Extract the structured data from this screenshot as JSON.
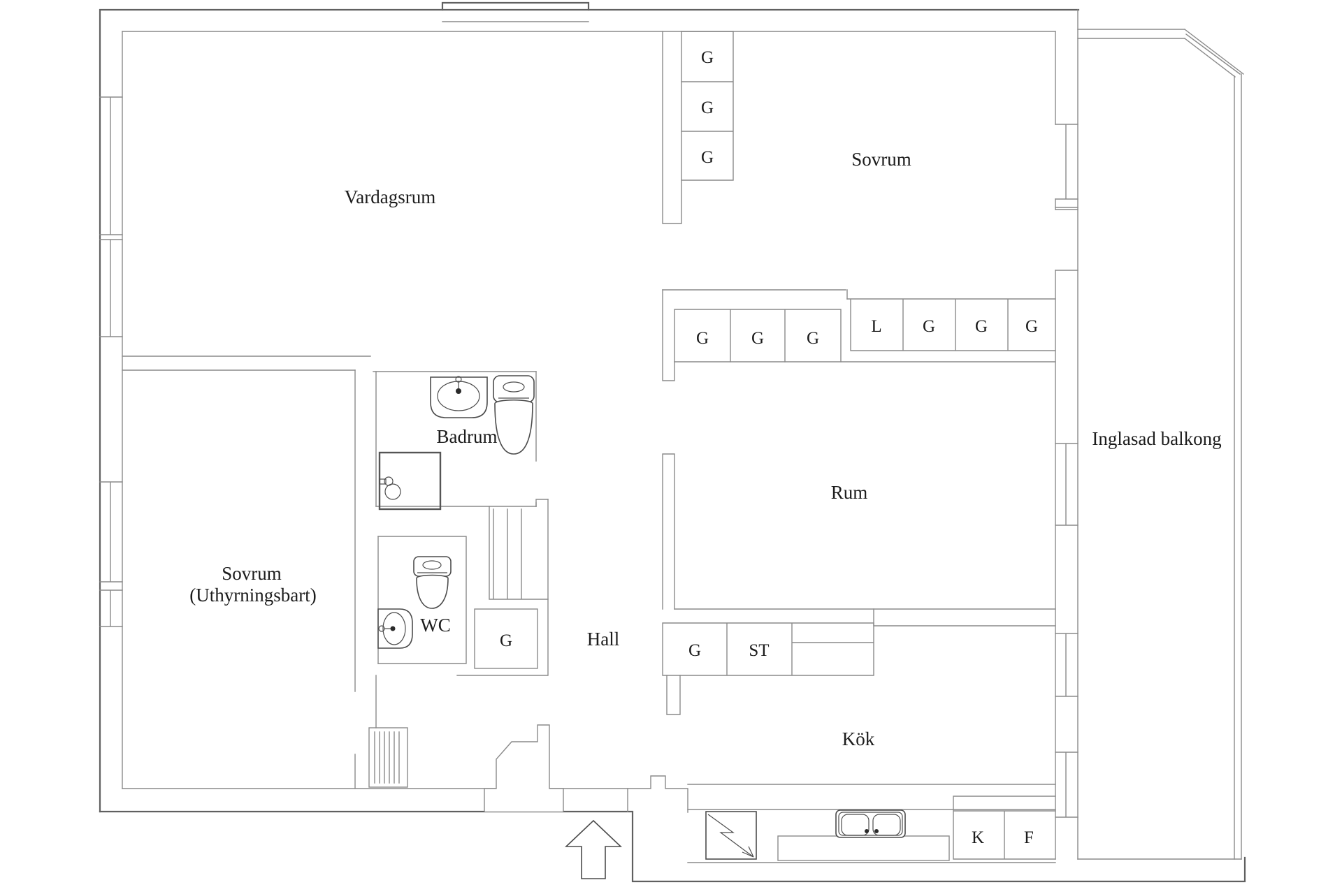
{
  "document": {
    "type": "apartment-floor-plan",
    "style": "white walls, thin gray outlines, serif labels"
  },
  "labels": {
    "vardagsrum": "Vardagsrum",
    "sovrum": "Sovrum",
    "sovrum_rental_line1": "Sovrum",
    "sovrum_rental_line2": "(Uthyrningsbart)",
    "badrum": "Badrum",
    "wc": "WC",
    "hall": "Hall",
    "rum": "Rum",
    "kok": "Kök",
    "balcony": "Inglasad balkong"
  },
  "closet_letters": {
    "stack": [
      "G",
      "G",
      "G"
    ],
    "rum_row": [
      "G",
      "G",
      "G"
    ],
    "sovrum_row": [
      "L",
      "G",
      "G",
      "G"
    ],
    "wc_g": "G",
    "hall_g": "G",
    "st": "ST",
    "k": "K",
    "f": "F"
  },
  "icons": [
    "bathroom-sink-icon",
    "toilet-icon",
    "shower-icon",
    "wc-toilet-icon",
    "wc-sink-icon",
    "radiator-grille-icon",
    "stairs-icon",
    "entrance-arrow-icon",
    "stove-lightning-icon",
    "kitchen-double-sink-icon",
    "window-symbol",
    "balcony-glazing"
  ],
  "colors": {
    "wall_line": "#8a8a8a",
    "outer_line": "#606060",
    "text": "#1c1c1c",
    "background": "#ffffff"
  }
}
